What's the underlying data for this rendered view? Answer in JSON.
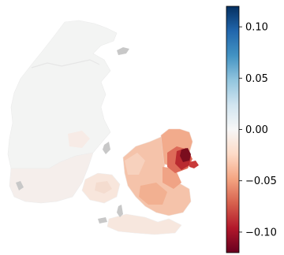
{
  "map": {
    "subject": "Denmark municipalities choropleth",
    "land_color": "#f3f4f3",
    "island_gray": "#c8c8c8",
    "region_fills": {
      "jutland_light": "#f5eeeb",
      "funen_light": "#f8e6dc",
      "zealand_mid": "#f3b396",
      "copenhagen_area": "#dd6a58",
      "capital_core": "#b92a30",
      "capital_darkest": "#7a0d1e"
    }
  },
  "colorbar": {
    "colormap": "RdBu (diverging red-white-blue)",
    "min": -0.12,
    "max": 0.12,
    "ticks": [
      {
        "value": 0.1,
        "label": "0.10"
      },
      {
        "value": 0.05,
        "label": "0.05"
      },
      {
        "value": 0.0,
        "label": "0.00"
      },
      {
        "value": -0.05,
        "label": "−0.05"
      },
      {
        "value": -0.1,
        "label": "−0.10"
      }
    ]
  }
}
